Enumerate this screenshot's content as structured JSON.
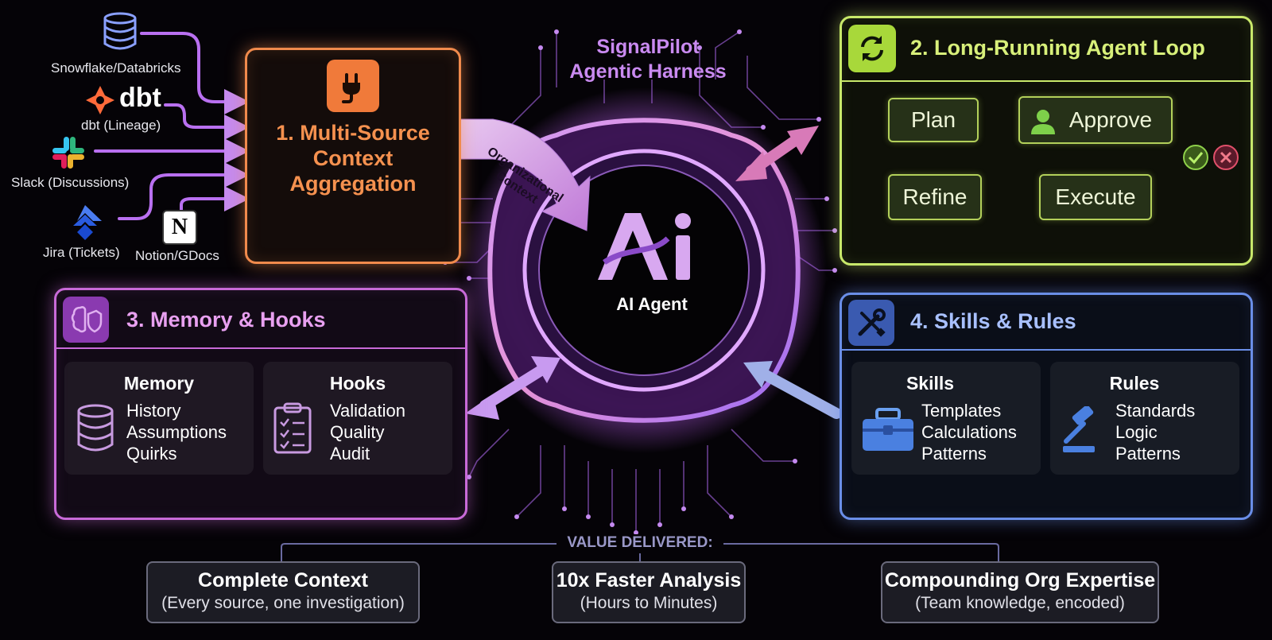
{
  "harness": {
    "title_line1": "SignalPilot",
    "title_line2": "Agentic Harness",
    "agent_label": "AI Agent",
    "logo_text": "Ai"
  },
  "sources": [
    {
      "label": "Snowflake/Databricks",
      "icon": "database-icon"
    },
    {
      "label": "dbt (Lineage)",
      "icon": "dbt-logo",
      "logo_text": "dbt"
    },
    {
      "label": "Slack (Discussions)",
      "icon": "slack-logo"
    },
    {
      "label": "Jira (Tickets)",
      "icon": "jira-logo"
    },
    {
      "label": "Notion/GDocs",
      "icon": "notion-logo",
      "logo_text": "N"
    }
  ],
  "org_context": {
    "line1": "Organizational",
    "line2": "Context"
  },
  "panel1": {
    "title_line1": "1. Multi-Source",
    "title_line2": "Context",
    "title_line3": "Aggregation",
    "icon": "plug-icon",
    "color": "#f08a4c"
  },
  "panel2": {
    "title": "2. Long-Running Agent Loop",
    "icon": "refresh-icon",
    "color": "#c8e86a",
    "nodes": {
      "plan": "Plan",
      "approve": "Approve",
      "execute": "Execute",
      "refine": "Refine"
    }
  },
  "panel3": {
    "title": "3. Memory & Hooks",
    "icon": "brain-shield-icon",
    "color": "#c86ad8",
    "memory": {
      "title": "Memory",
      "items": [
        "History",
        "Assumptions",
        "Quirks"
      ]
    },
    "hooks": {
      "title": "Hooks",
      "items": [
        "Validation",
        "Quality",
        "Audit"
      ]
    }
  },
  "panel4": {
    "title": "4. Skills & Rules",
    "icon": "tools-icon",
    "color": "#6a8ee8",
    "skills": {
      "title": "Skills",
      "items": [
        "Templates",
        "Calculations",
        "Patterns"
      ]
    },
    "rules": {
      "title": "Rules",
      "items": [
        "Standards",
        "Logic",
        "Patterns"
      ]
    }
  },
  "value": {
    "label": "VALUE DELIVERED:",
    "cards": [
      {
        "title": "Complete Context",
        "sub": "(Every source, one investigation)"
      },
      {
        "title": "10x Faster Analysis",
        "sub": "(Hours to Minutes)"
      },
      {
        "title": "Compounding Org Expertise",
        "sub": "(Team knowledge, encoded)"
      }
    ]
  }
}
